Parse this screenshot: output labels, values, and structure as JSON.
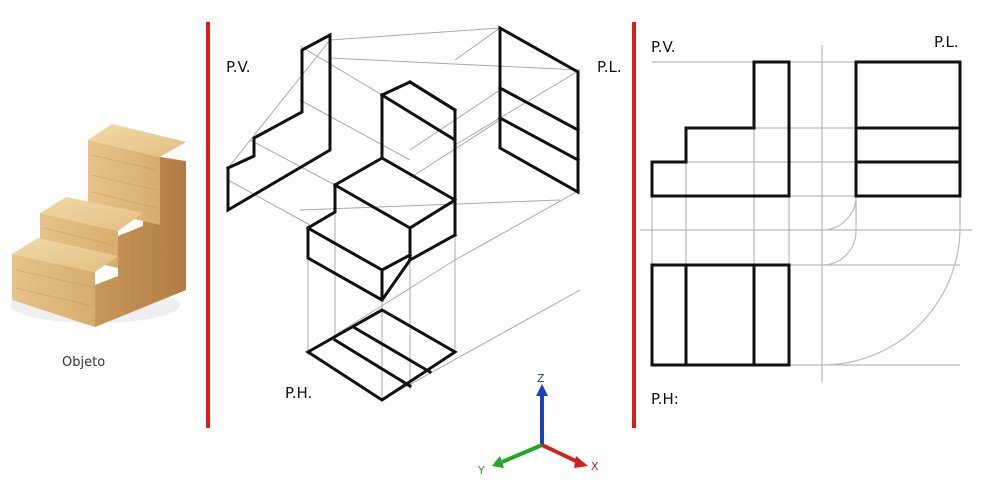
{
  "object": {
    "caption": "Objeto"
  },
  "isometric": {
    "labels": {
      "front": "P.V.",
      "side": "P.L.",
      "top": "P.H."
    }
  },
  "orthographic": {
    "labels": {
      "front": "P.V.",
      "side": "P.L.",
      "top": "P.H:"
    }
  },
  "axes": {
    "z": "Z",
    "y": "Y",
    "x": "X",
    "colors": {
      "z": "#1a3fbf",
      "y": "#22a822",
      "x": "#d32020"
    }
  },
  "divider_color": "#e01b1b"
}
